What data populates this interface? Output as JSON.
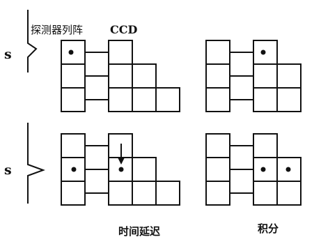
{
  "labels": {
    "detector_array": "探测器列阵",
    "ccd": "CCD",
    "s_top": "s",
    "s_bottom": "s",
    "time_delay": "时间延迟",
    "integration": "积分"
  }
}
